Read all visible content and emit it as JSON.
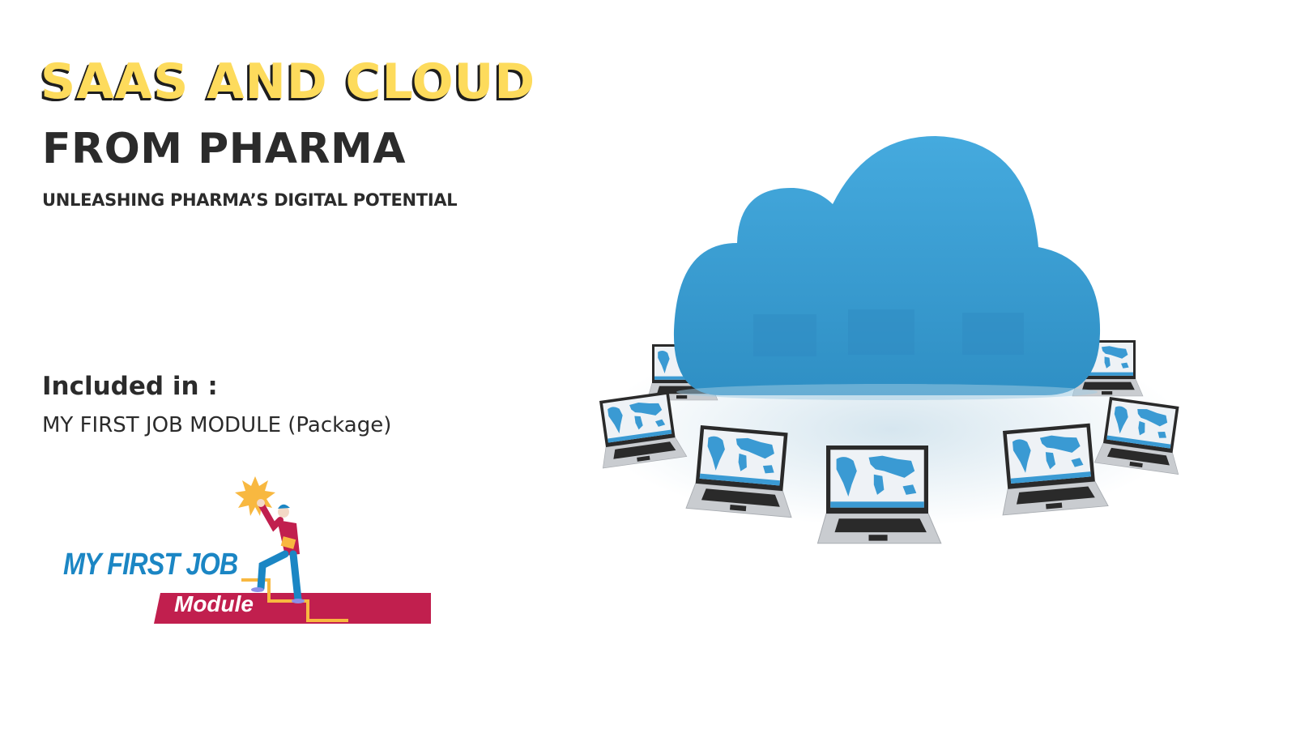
{
  "slide": {
    "title": "SAAS AND CLOUD",
    "subtitle": "FROM PHARMA",
    "tagline": "UNLEASHING PHARMA’S DIGITAL POTENTIAL",
    "included_label": "Included in :",
    "package_name": "MY FIRST JOB MODULE (Package)"
  },
  "logo": {
    "title": "MY FIRST JOB",
    "subtitle": "Module",
    "colors": {
      "blue": "#1b86c4",
      "crimson": "#c11f4e",
      "gold": "#f8b840"
    }
  },
  "hero_image": {
    "description": "Blue 3D cloud surrounded by a ring of laptops displaying world maps",
    "laptop_count": 8,
    "colors": {
      "cloud": "#3fa6da",
      "cloud_dark": "#2d8cc0",
      "laptop_body": "#c9ccd0",
      "screen_map": "#3a9ad3"
    }
  },
  "colors": {
    "title_yellow": "#fddb5c",
    "text_dark": "#2b2b2b",
    "background": "#ffffff"
  }
}
